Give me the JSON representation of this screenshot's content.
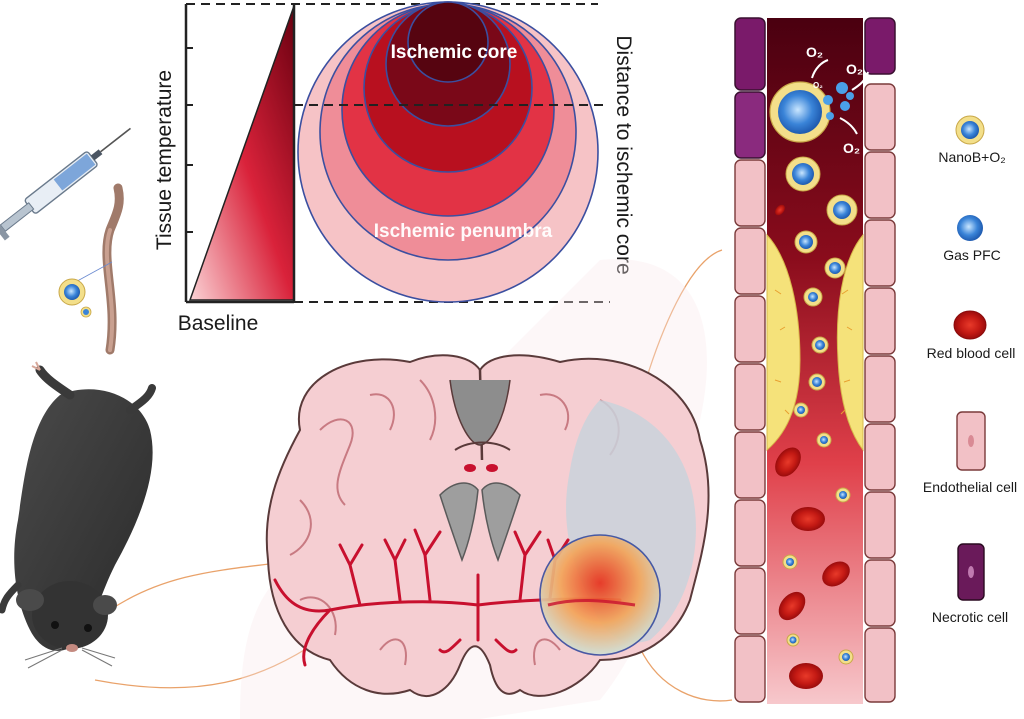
{
  "chart": {
    "y_axis_label": "Tissue temperature",
    "baseline_label": "Baseline",
    "right_axis_label": "Distance to ischemic core",
    "core_label": "Ischemic core",
    "penumbra_label": "Ischemic penumbra"
  },
  "vessel": {
    "o2_label": "O₂",
    "o2_small_label": "O₂"
  },
  "legend": {
    "items": [
      {
        "label": "NanoB+O₂",
        "icon": "nanob-o2-icon"
      },
      {
        "label": "Gas PFC",
        "icon": "gas-pfc-icon"
      },
      {
        "label": "Red blood cell",
        "icon": "red-blood-cell-icon"
      },
      {
        "label": "Endothelial  cell",
        "icon": "endothelial-cell-icon"
      },
      {
        "label": "Necrotic  cell",
        "icon": "necrotic-cell-icon"
      }
    ]
  },
  "colors": {
    "core": "#5a0a14",
    "penumbra": "#f4a0a8",
    "blood": "#c8102e",
    "plaque": "#f5e27a",
    "outline": "#3b4fa0"
  }
}
